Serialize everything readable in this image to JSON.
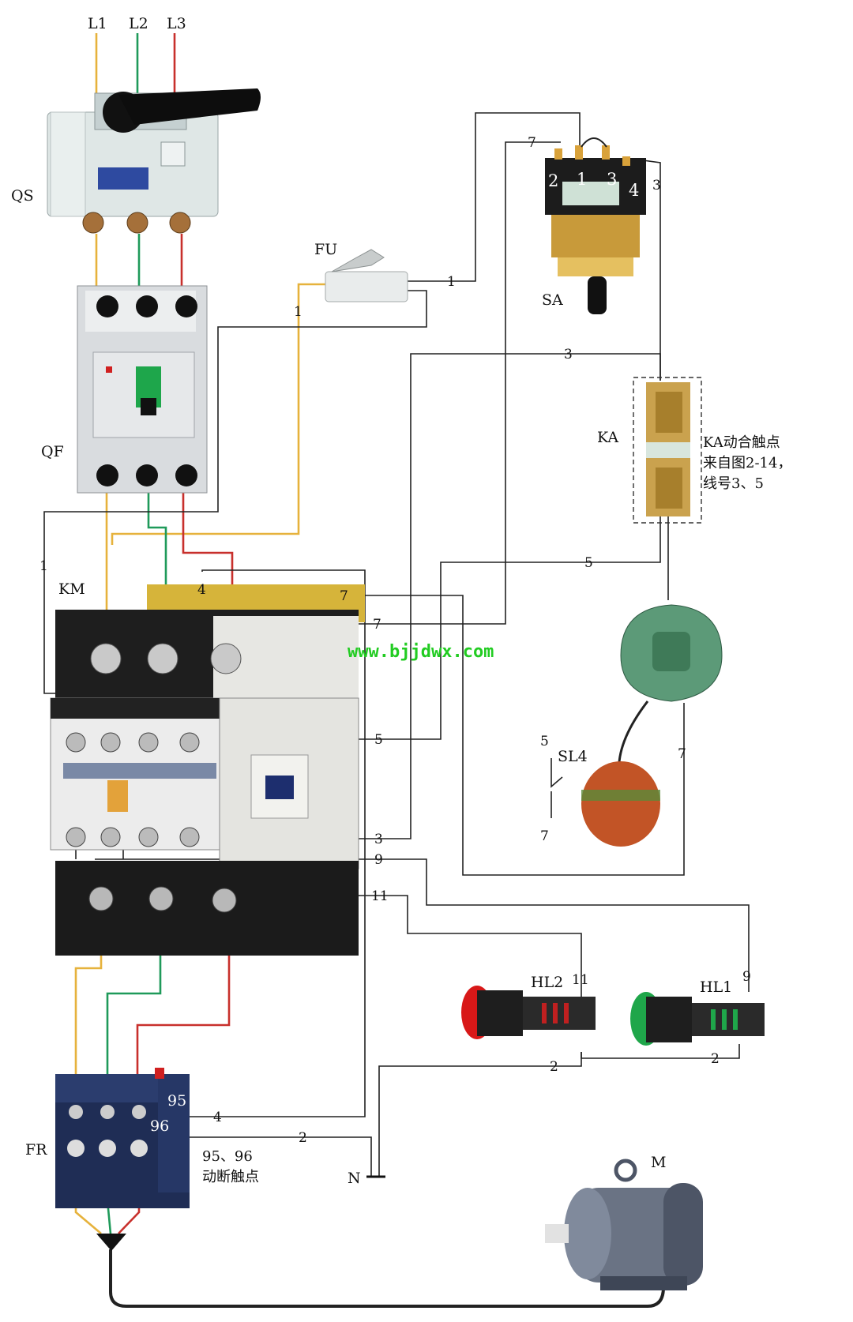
{
  "phases": {
    "l1": "L1",
    "l2": "L2",
    "l3": "L3"
  },
  "components": {
    "qs": "QS",
    "qf": "QF",
    "fu": "FU",
    "sa": "SA",
    "ka": "KA",
    "km": "KM",
    "sl4": "SL4",
    "hl1": "HL1",
    "hl2": "HL2",
    "fr": "FR",
    "m": "M",
    "n": "N"
  },
  "sa_terminals": {
    "t2": "2",
    "t1": "1",
    "t3": "3",
    "t4": "4"
  },
  "fr_terminals": {
    "t95": "95",
    "t96": "96"
  },
  "notes": {
    "ka_line1": "KA动合触点",
    "ka_line2": "来自图2-14，",
    "ka_line3": "线号3、5",
    "fr_line1": "95、96",
    "fr_line2": "动断触点"
  },
  "wire_numbers": {
    "fu_sa": "1",
    "fu_left": "1",
    "km_left": "1",
    "sa_top": "7",
    "sa_right": "3",
    "ka_top": "3",
    "ka_bottom": "5",
    "km_top4": "4",
    "km_top7a": "7",
    "km_top7b": "7",
    "km_mid5": "5",
    "km_mid3": "3",
    "km_9": "9",
    "km_11": "11",
    "sl4_top": "5",
    "sl4_bottom": "7",
    "sl4_right": "7",
    "hl2_top": "11",
    "hl1_top": "9",
    "hl2_bottom": "2",
    "hl1_bottom": "2",
    "fr_4": "4",
    "fr_2": "2"
  },
  "watermark": "www.bjjdwx.com"
}
